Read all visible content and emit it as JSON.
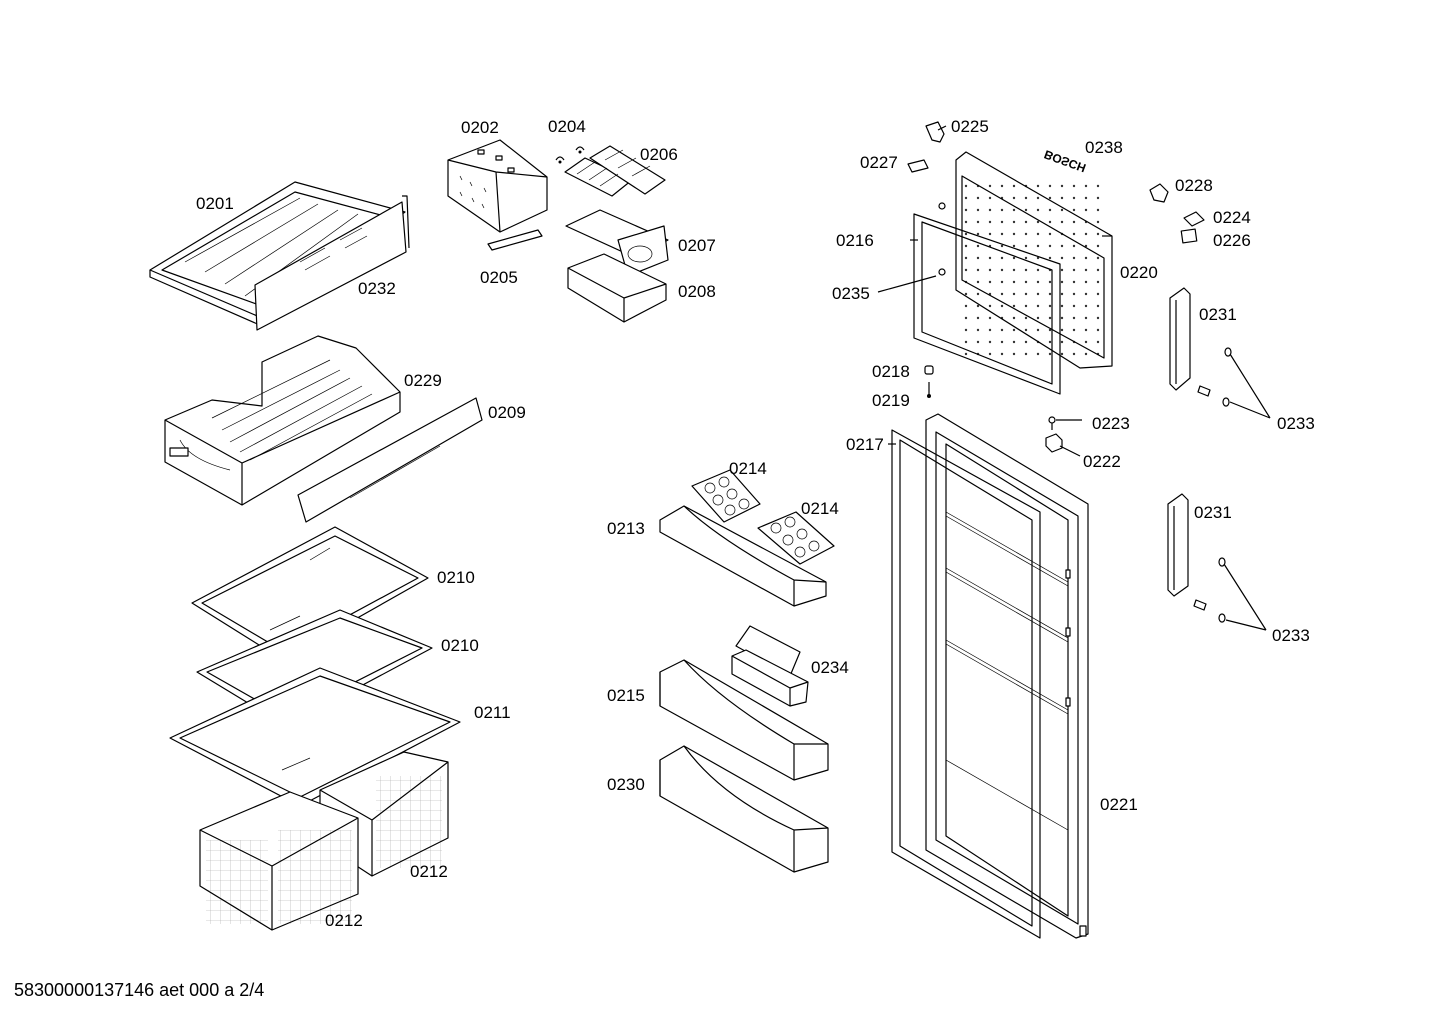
{
  "footer": {
    "doc_id": "58300000137146 aet 000 a 2/4"
  },
  "brand_mark": "BOSCH",
  "labels": {
    "p0201": "0201",
    "p0202": "0202",
    "p0204": "0204",
    "p0205": "0205",
    "p0206": "0206",
    "p0207": "0207",
    "p0208": "0208",
    "p0209": "0209",
    "p0210a": "0210",
    "p0210b": "0210",
    "p0211": "0211",
    "p0212a": "0212",
    "p0212b": "0212",
    "p0213": "0213",
    "p0214a": "0214",
    "p0214b": "0214",
    "p0215": "0215",
    "p0216": "0216",
    "p0217": "0217",
    "p0218": "0218",
    "p0219": "0219",
    "p0220": "0220",
    "p0221": "0221",
    "p0222": "0222",
    "p0223": "0223",
    "p0224": "0224",
    "p0225": "0225",
    "p0226": "0226",
    "p0227": "0227",
    "p0228": "0228",
    "p0229": "0229",
    "p0230": "0230",
    "p0231a": "0231",
    "p0231b": "0231",
    "p0232": "0232",
    "p0233a": "0233",
    "p0233b": "0233",
    "p0234": "0234",
    "p0235": "0235",
    "p0238": "0238"
  }
}
